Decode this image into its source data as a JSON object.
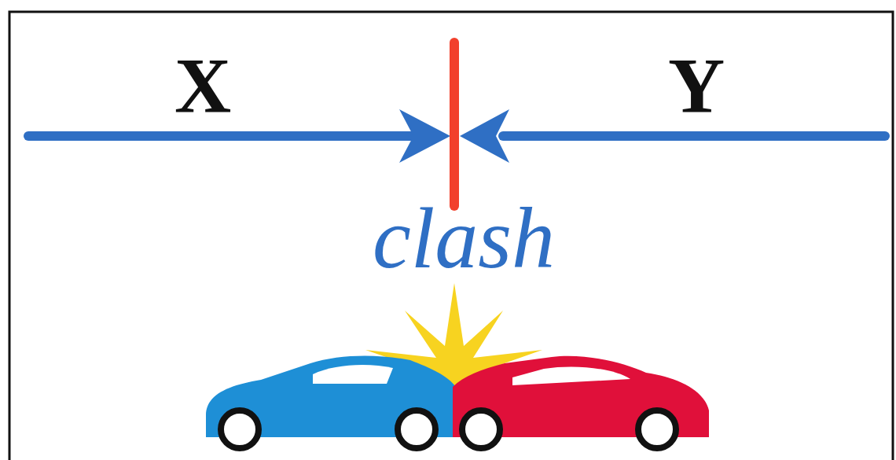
{
  "diagram": {
    "labels": [
      "X",
      "Y",
      "clash"
    ]
  }
}
